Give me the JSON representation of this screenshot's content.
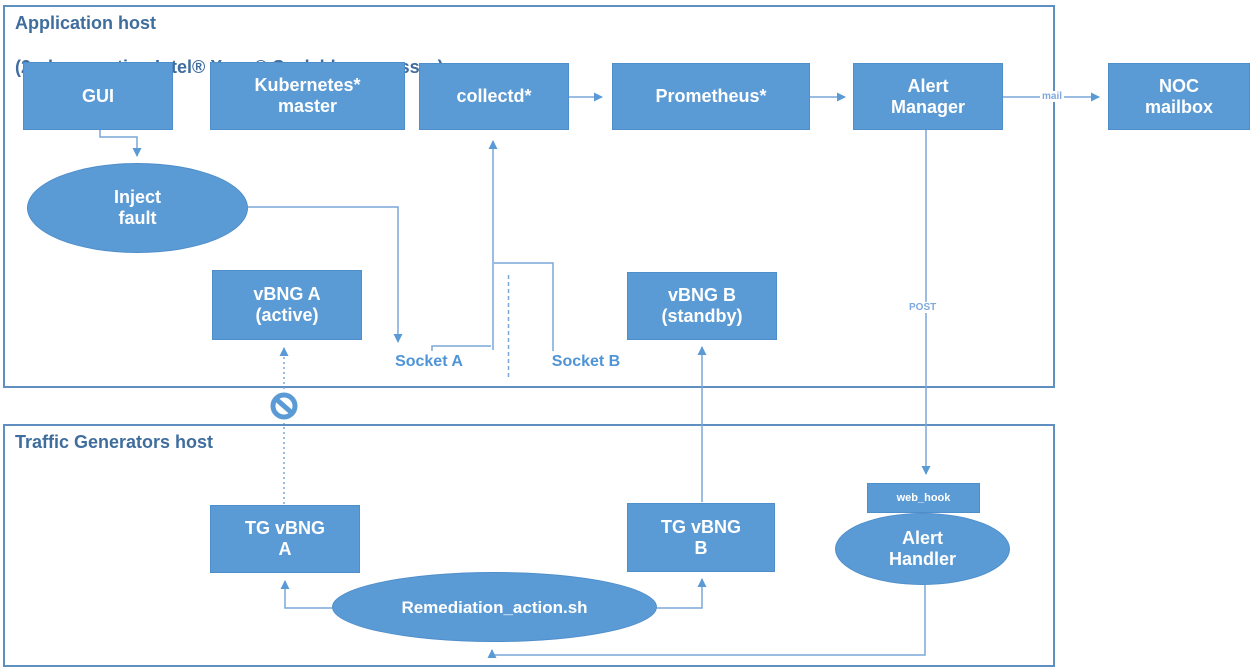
{
  "containers": {
    "app_host": {
      "title_line1": "Application host",
      "title_line2": "(2nd generation Intel® Xeon® Scalable processor)"
    },
    "tg_host": {
      "title": "Traffic Generators host"
    }
  },
  "nodes": {
    "gui": {
      "label": "GUI"
    },
    "kubernetes": {
      "line1": "Kubernetes*",
      "line2": "master"
    },
    "collectd": {
      "label": "collectd*"
    },
    "prometheus": {
      "label": "Prometheus*"
    },
    "alert_manager": {
      "line1": "Alert",
      "line2": "Manager"
    },
    "noc_mailbox": {
      "line1": "NOC",
      "line2": "mailbox"
    },
    "inject_fault": {
      "line1": "Inject",
      "line2": "fault"
    },
    "vbng_a": {
      "line1": "vBNG A",
      "line2": "(active)"
    },
    "vbng_b": {
      "line1": "vBNG B",
      "line2": "(standby)"
    },
    "tg_vbng_a": {
      "line1": "TG vBNG",
      "line2": "A"
    },
    "tg_vbng_b": {
      "line1": "TG vBNG",
      "line2": "B"
    },
    "web_hook": {
      "label": "web_hook"
    },
    "alert_handler": {
      "line1": "Alert",
      "line2": "Handler"
    },
    "remediation": {
      "label": "Remediation_action.sh"
    }
  },
  "socket_labels": {
    "socket_a": "Socket A",
    "socket_b": "Socket B"
  },
  "edge_labels": {
    "mail": "mail",
    "post": "POST"
  },
  "icons": {
    "no_entry_icon": "🚫"
  },
  "colors": {
    "node_fill": "#5b9bd5",
    "node_text": "#ffffff",
    "connector": "#7aa7d9",
    "arrowhead": "#5b9bd5",
    "container_border": "#5e8fc0",
    "title_text": "#3f6d9e",
    "socket_label_text": "#4f94d6",
    "edge_label_text": "#7fa9dc"
  }
}
